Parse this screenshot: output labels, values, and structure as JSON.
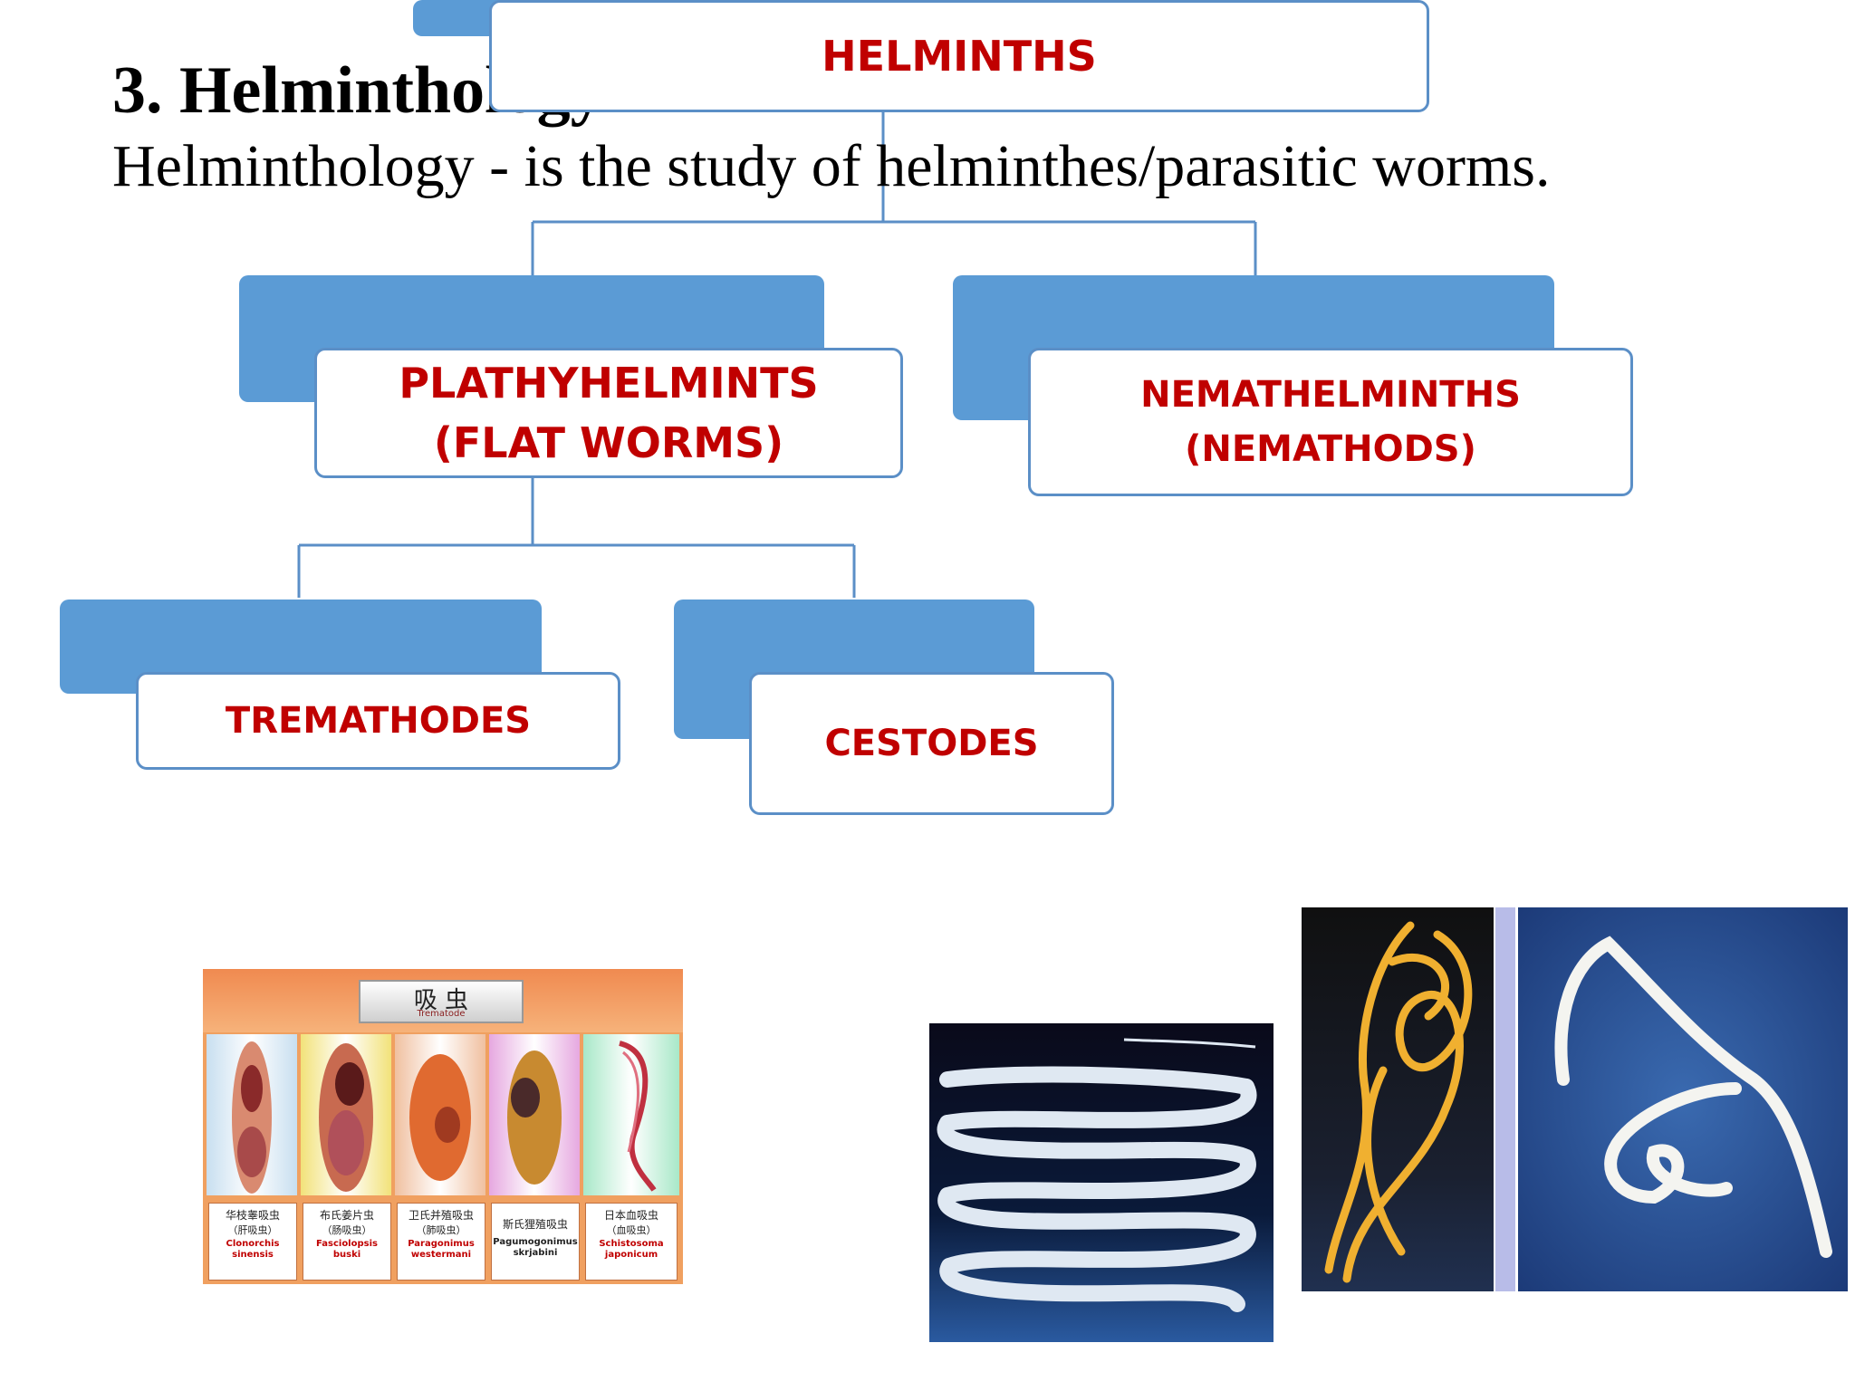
{
  "slide": {
    "title": "3. Helminthology",
    "subtitle": "Helminthology - is the study of helminthes/parasitic worms."
  },
  "diagram": {
    "root": "HELMINTHS",
    "flatworms": "PLATHYHELMINTS (FLAT WORMS)",
    "nematodes": "NEMATHELMINTHS (NEMATHODS)",
    "trematodes": "TREMATHODES",
    "cestodes": "CESTODES"
  },
  "trematode_poster": {
    "header_cn": "吸 虫",
    "header_en": "Trematode",
    "items": [
      {
        "cn": "华枝睾吸虫",
        "cn2": "（肝吸虫）",
        "latin": "Clonorchis sinensis"
      },
      {
        "cn": "布氏姜片虫",
        "cn2": "（肠吸虫）",
        "latin": "Fasciolopsis buski"
      },
      {
        "cn": "卫氏并殖吸虫",
        "cn2": "（肺吸虫）",
        "latin": "Paragonimus westermani"
      },
      {
        "cn": "斯氏狸殖吸虫",
        "cn2": "",
        "latin": "Pagumogonimus skrjabini"
      },
      {
        "cn": "日本血吸虫",
        "cn2": "（血吸虫）",
        "latin": "Schistosoma japonicum"
      }
    ]
  },
  "colors": {
    "accent_blue": "#5b9bd5",
    "label_red": "#c00000",
    "connector": "#5b8fc7"
  }
}
